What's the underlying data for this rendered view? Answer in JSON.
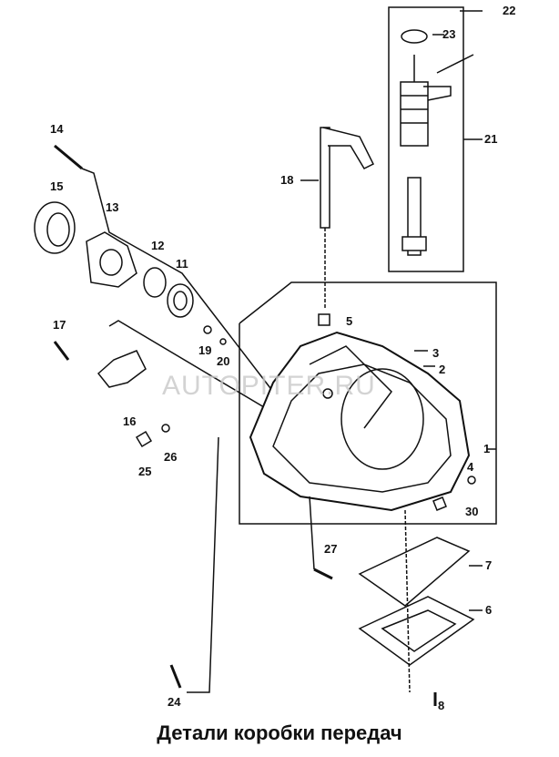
{
  "title": "Детали коробки передач",
  "watermark": "AUTOPITER.RU",
  "callouts": [
    "1",
    "2",
    "3",
    "4",
    "5",
    "6",
    "7",
    "8",
    "11",
    "12",
    "13",
    "14",
    "15",
    "16",
    "17",
    "18",
    "19",
    "20",
    "21",
    "22",
    "23",
    "24",
    "25",
    "26",
    "27",
    "30"
  ]
}
